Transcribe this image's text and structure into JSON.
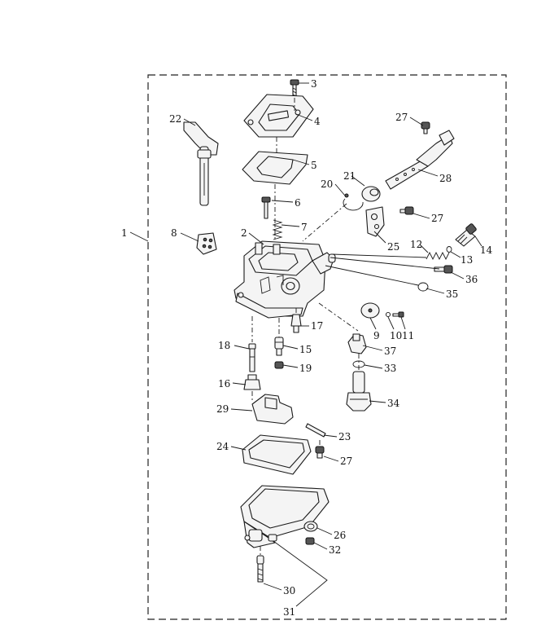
{
  "callouts": [
    {
      "id": "c1",
      "text": "1"
    },
    {
      "id": "c2",
      "text": "2"
    },
    {
      "id": "c3",
      "text": "3"
    },
    {
      "id": "c4",
      "text": "4"
    },
    {
      "id": "c5",
      "text": "5"
    },
    {
      "id": "c6",
      "text": "6"
    },
    {
      "id": "c7",
      "text": "7"
    },
    {
      "id": "c8",
      "text": "8"
    },
    {
      "id": "c9",
      "text": "9"
    },
    {
      "id": "c10",
      "text": "10"
    },
    {
      "id": "c11",
      "text": "11"
    },
    {
      "id": "c12",
      "text": "12"
    },
    {
      "id": "c13",
      "text": "13"
    },
    {
      "id": "c14",
      "text": "14"
    },
    {
      "id": "c15",
      "text": "15"
    },
    {
      "id": "c16",
      "text": "16"
    },
    {
      "id": "c17",
      "text": "17"
    },
    {
      "id": "c18",
      "text": "18"
    },
    {
      "id": "c19",
      "text": "19"
    },
    {
      "id": "c20",
      "text": "20"
    },
    {
      "id": "c21",
      "text": "21"
    },
    {
      "id": "c22",
      "text": "22"
    },
    {
      "id": "c23",
      "text": "23"
    },
    {
      "id": "c24",
      "text": "24"
    },
    {
      "id": "c25",
      "text": "25"
    },
    {
      "id": "c26",
      "text": "26"
    },
    {
      "id": "c27a",
      "text": "27"
    },
    {
      "id": "c27b",
      "text": "27"
    },
    {
      "id": "c27c",
      "text": "27"
    },
    {
      "id": "c28",
      "text": "28"
    },
    {
      "id": "c29",
      "text": "29"
    },
    {
      "id": "c30",
      "text": "30"
    },
    {
      "id": "c31",
      "text": "31"
    },
    {
      "id": "c32",
      "text": "32"
    },
    {
      "id": "c33",
      "text": "33"
    },
    {
      "id": "c34",
      "text": "34"
    },
    {
      "id": "c35",
      "text": "35"
    },
    {
      "id": "c36",
      "text": "36"
    },
    {
      "id": "c37",
      "text": "37"
    }
  ]
}
